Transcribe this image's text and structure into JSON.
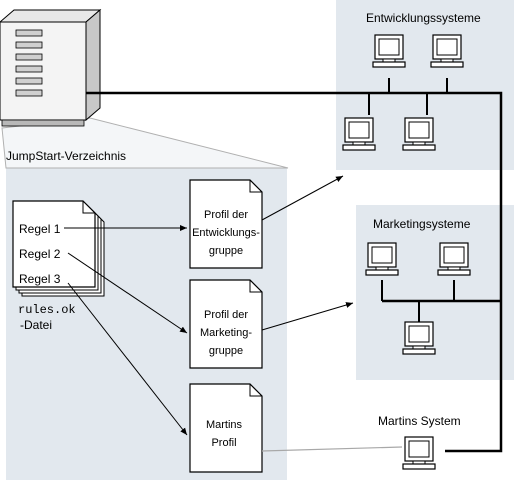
{
  "server": {
    "label": "JumpStart-Verzeichnis"
  },
  "rules_file": {
    "rules": [
      "Regel 1",
      "Regel 2",
      "Regel 3"
    ],
    "filename": "rules.ok",
    "suffix": "-Datei"
  },
  "profiles": [
    {
      "lines": [
        "Profil der",
        "Entwicklungs-",
        "gruppe"
      ]
    },
    {
      "lines": [
        "Profil der",
        "Marketing-",
        "gruppe"
      ]
    },
    {
      "lines": [
        "Martins",
        "Profil"
      ]
    }
  ],
  "systems": {
    "development": "Entwicklungssysteme",
    "marketing": "Marketingsysteme",
    "martin": "Martins System"
  },
  "colors": {
    "panel": "#e2e8ee",
    "line": "#000000",
    "connector": "#b0b0b0"
  }
}
